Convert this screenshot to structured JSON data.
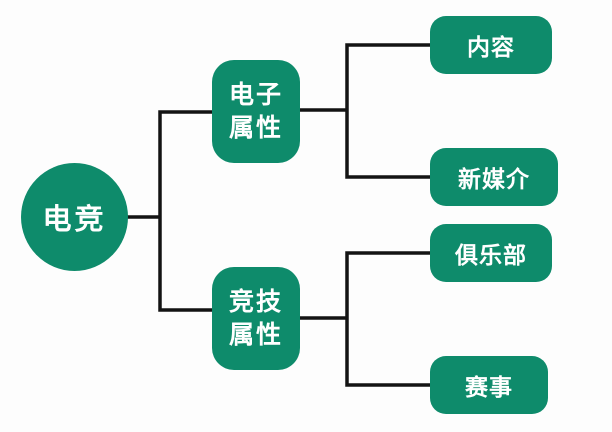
{
  "diagram": {
    "type": "tree",
    "root": {
      "label": "电竞"
    },
    "branches": [
      {
        "label": "电子属性",
        "line1": "电子",
        "line2": "属性",
        "children": [
          {
            "label": "内容"
          },
          {
            "label": "新媒介"
          }
        ]
      },
      {
        "label": "竞技属性",
        "line1": "竞技",
        "line2": "属性",
        "children": [
          {
            "label": "俱乐部"
          },
          {
            "label": "赛事"
          }
        ]
      }
    ],
    "colors": {
      "node_fill": "#0e8b6b",
      "node_text": "#ffffff",
      "connector": "#131313",
      "background": "#fdfdfd"
    }
  }
}
